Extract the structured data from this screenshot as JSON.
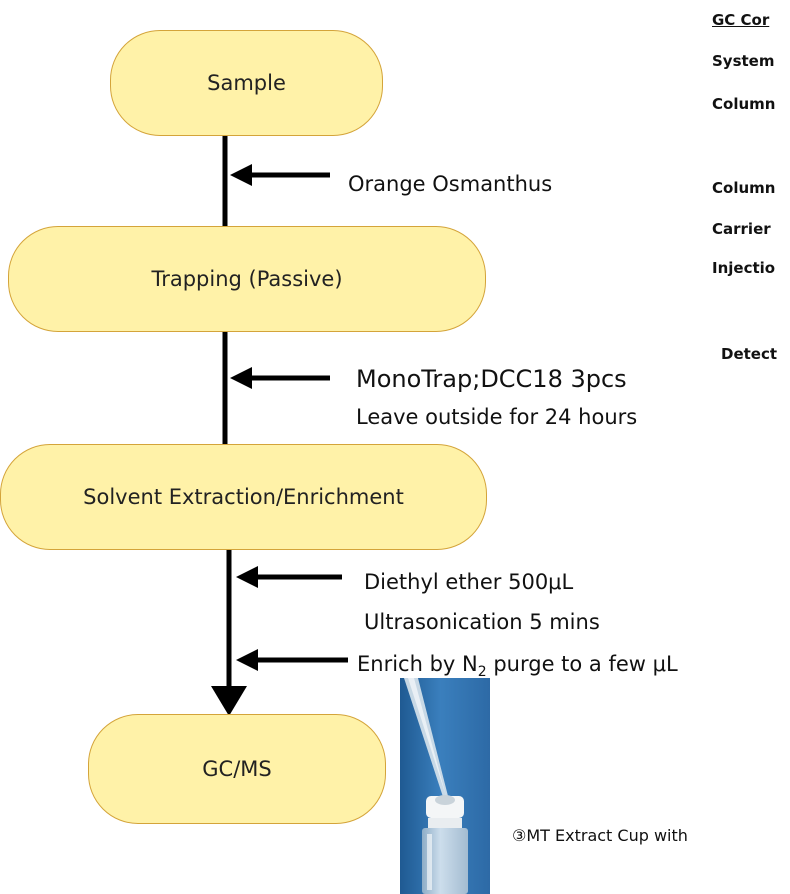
{
  "flow": {
    "steps": [
      {
        "label": "Sample"
      },
      {
        "label": "Trapping (Passive)"
      },
      {
        "label": "Solvent Extraction/Enrichment"
      },
      {
        "label": "GC/MS"
      }
    ],
    "annotations": {
      "sample_note": "Orange Osmanthus",
      "trap_line1": "MonoTrap;DCC18  3pcs",
      "trap_line2": "Leave outside for 24 hours",
      "extract_line1": "Diethyl ether 500μL",
      "extract_line2": "Ultrasonication 5 mins",
      "enrich_prefix": "Enrich by N",
      "enrich_sub": "2",
      "enrich_suffix": " purge to a few  μL"
    }
  },
  "gc_conditions": {
    "heading": "GC Cor",
    "items": [
      "System",
      "Column",
      "Column",
      "Carrier",
      "Injectio",
      "Detect"
    ]
  },
  "photo": {
    "caption": "③MT Extract Cup with"
  },
  "colors": {
    "pill_fill": "#fff2a8",
    "pill_border": "#d4a43a",
    "line": "#000000",
    "photo_bg": "#2d6aa6"
  }
}
